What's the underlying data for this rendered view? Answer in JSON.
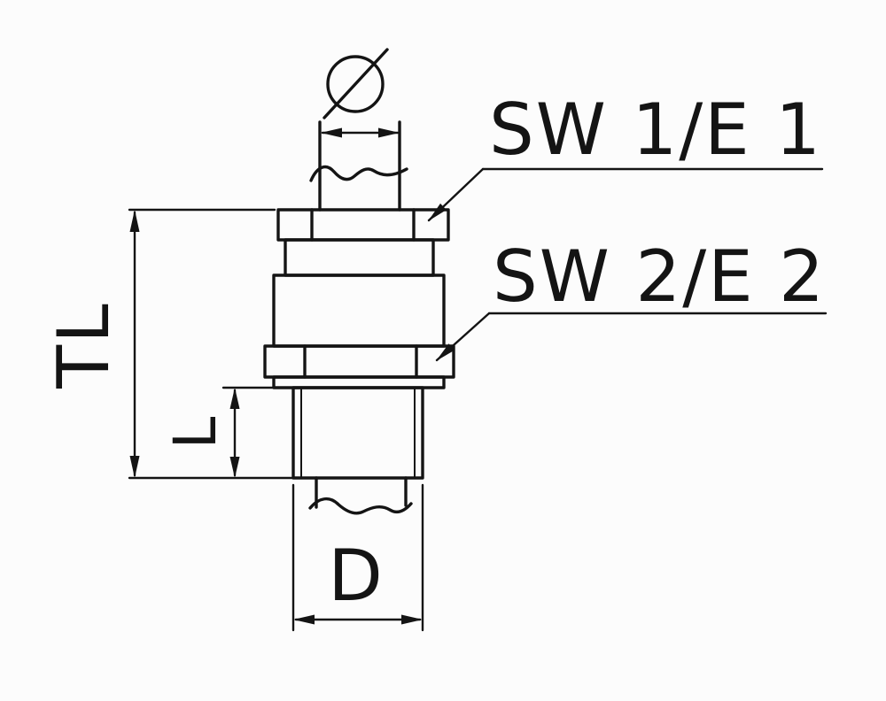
{
  "drawing": {
    "labels": {
      "sw1": "SW 1/E 1",
      "sw2": "SW 2/E 2",
      "total_length": "TL",
      "thread_length": "L",
      "thread_diameter": "D",
      "cable_diameter_symbol": "Ø"
    },
    "colors": {
      "line": "#141414",
      "background": "#fcfcfc"
    }
  }
}
